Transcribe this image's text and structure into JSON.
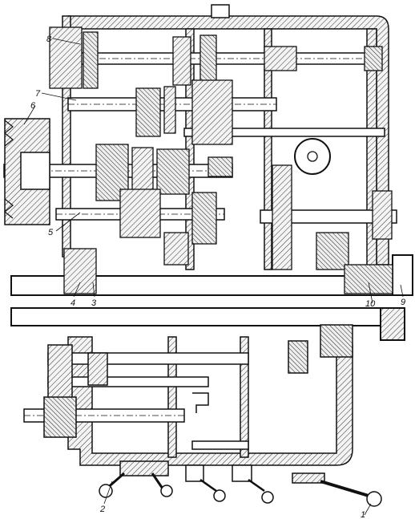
{
  "drawing": {
    "callouts": [
      {
        "id": "1",
        "text": "1"
      },
      {
        "id": "2",
        "text": "2"
      },
      {
        "id": "3",
        "text": "3"
      },
      {
        "id": "4",
        "text": "4"
      },
      {
        "id": "5",
        "text": "5"
      },
      {
        "id": "6",
        "text": "6"
      },
      {
        "id": "7",
        "text": "7"
      },
      {
        "id": "8",
        "text": "8"
      },
      {
        "id": "9",
        "text": "9"
      },
      {
        "id": "10",
        "text": "10"
      }
    ]
  }
}
